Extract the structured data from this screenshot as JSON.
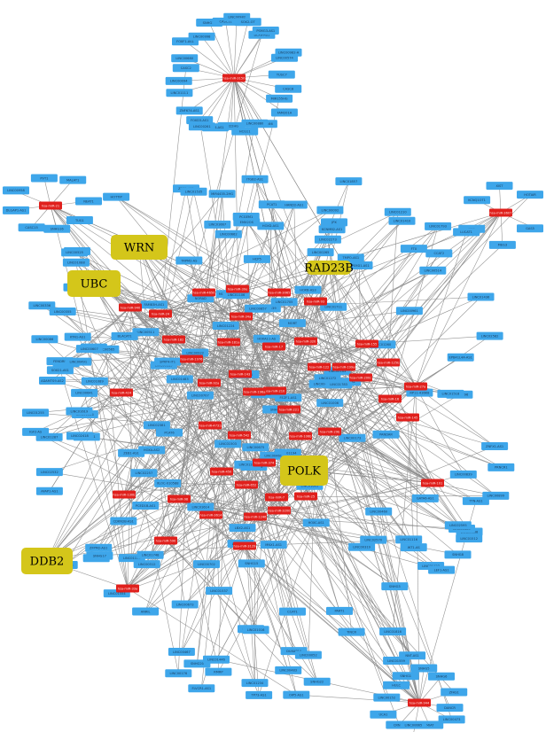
{
  "colors": {
    "lncrna": "#3ea6ea",
    "mirna": "#e0201c",
    "gene": "#d4c61a",
    "edge": "#8a8a8a"
  },
  "genes": [
    {
      "id": "WRN",
      "label": "WRN"
    },
    {
      "id": "UBC",
      "label": "UBC"
    },
    {
      "id": "RAD23B",
      "label": "RAD23B"
    },
    {
      "id": "POLK",
      "label": "POLK"
    },
    {
      "id": "DDB2",
      "label": "DDB2"
    }
  ],
  "mirnas": [
    {
      "id": "m1",
      "label": "hsa-miR-3150"
    },
    {
      "id": "m2",
      "label": "hsa-miR-21"
    },
    {
      "id": "m3",
      "label": "hsa-miR-3607"
    },
    {
      "id": "m4",
      "label": "hsa-miR-4650"
    },
    {
      "id": "m5",
      "label": "hsa-miR-30e"
    },
    {
      "id": "m6",
      "label": "hsa-miR-3065"
    },
    {
      "id": "m7",
      "label": "hsa-miR-93"
    },
    {
      "id": "m8",
      "label": "hsa-miR-940"
    },
    {
      "id": "m9",
      "label": "hsa-miR-24"
    },
    {
      "id": "m10",
      "label": "hsa-miR-34a"
    },
    {
      "id": "m11",
      "label": "hsa-miR-182"
    },
    {
      "id": "m12",
      "label": "hsa-miR-1976"
    },
    {
      "id": "m13",
      "label": "hsa-miR-17"
    },
    {
      "id": "m14",
      "label": "hsa-miR-181a"
    },
    {
      "id": "m15",
      "label": "hsa-miR-320"
    },
    {
      "id": "m16",
      "label": "hsa-miR-92a"
    },
    {
      "id": "m17",
      "label": "hsa-miR-143"
    },
    {
      "id": "m18",
      "label": "hsa-miR-210"
    },
    {
      "id": "m19",
      "label": "hsa-miR-122"
    },
    {
      "id": "m20",
      "label": "hsa-miR-199a"
    },
    {
      "id": "m21",
      "label": "hsa-miR-155"
    },
    {
      "id": "m22",
      "label": "hsa-miR-200c"
    },
    {
      "id": "m23",
      "label": "hsa-miR-125b"
    },
    {
      "id": "m24",
      "label": "hsa-miR-16"
    },
    {
      "id": "m25",
      "label": "hsa-miR-27a"
    },
    {
      "id": "m26",
      "label": "hsa-miR-145"
    },
    {
      "id": "m27",
      "label": "hsa-miR-221"
    },
    {
      "id": "m28",
      "label": "hsa-miR-29b"
    },
    {
      "id": "m29",
      "label": "hsa-miR-106b"
    },
    {
      "id": "m30",
      "label": "hsa-miR-196a"
    },
    {
      "id": "m31",
      "label": "hsa-miR-4731"
    },
    {
      "id": "m32",
      "label": "hsa-miR-542"
    },
    {
      "id": "m33",
      "label": "hsa-miR-374"
    },
    {
      "id": "m34",
      "label": "hsa-miR-450"
    },
    {
      "id": "m35",
      "label": "hsa-miR-652"
    },
    {
      "id": "m36",
      "label": "hsa-miR-7"
    },
    {
      "id": "m37",
      "label": "hsa-miR-25"
    },
    {
      "id": "m38",
      "label": "hsa-miR-1246"
    },
    {
      "id": "m39",
      "label": "hsa-miR-3200"
    },
    {
      "id": "m40",
      "label": "hsa-miR-3614"
    },
    {
      "id": "m41",
      "label": "hsa-miR-98"
    },
    {
      "id": "m42",
      "label": "hsa-miR-424"
    },
    {
      "id": "m43",
      "label": "hsa-miR-130b"
    },
    {
      "id": "m44",
      "label": "hsa-miR-590"
    },
    {
      "id": "m45",
      "label": "hsa-miR-33a"
    },
    {
      "id": "m46",
      "label": "hsa-miR-3129"
    },
    {
      "id": "m47",
      "label": "hsa-miR-944"
    },
    {
      "id": "m48",
      "label": "hsa-miR-101"
    }
  ],
  "lncrnas": [
    "LINC00094",
    "CASC2",
    "LINC00680",
    "FOXF1-AS1",
    "LINC00998",
    "SNHG14",
    "CASC11",
    "LINC00982",
    "SOX2-OT",
    "DLX6-AS1",
    "PSMG3-AS1",
    "LINC00982-A",
    "LINC00574",
    "TUSC7",
    "CASC8",
    "MIR155HG",
    "FAM201A",
    "LINC00466",
    "LINC00880",
    "HCG11",
    "MIR22HG",
    "TTC28-AS1",
    "LINC00261",
    "FOXD3-AS1",
    "ZNF674-AS1",
    "LINC01111",
    "SNHG16",
    "CASC15",
    "DLGAP1-AS1",
    "LINC00958",
    "PVT1",
    "MALAT1",
    "NEAT1",
    "TUG1",
    "XIST",
    "HOTAIR",
    "GAS5",
    "MEG3",
    "H19",
    "KCNQ1OT1",
    "CRNDE",
    "UCA1",
    "LINC00152",
    "HULC",
    "SNHG1",
    "SNHG5",
    "SNHG6",
    "ZFAS1",
    "DANCR",
    "LINC00473",
    "MIAT",
    "LINC00665",
    "TINCR",
    "ANRIL",
    "HOTTIP",
    "CCAT1",
    "CCAT2",
    "PCAT1",
    "PCAT6",
    "LINC01133",
    "LINC00511",
    "FTX",
    "JPX",
    "LINC00662",
    "SNHG12",
    "SNHG15",
    "SNHG20",
    "LINC00460",
    "LINC00339",
    "BLACAT1",
    "AFAP1-AS1",
    "DUXAP8",
    "DUXAP10",
    "FEZF1-AS1",
    "LINC00173",
    "LINC00668",
    "LINC01234",
    "LINC01296",
    "MNX1-AS1",
    "NNT-AS1",
    "OIP5-AS1",
    "PART1",
    "PCGEM1",
    "PRNCR1",
    "SBF2-AS1",
    "SNHG3",
    "SNHG7",
    "SNHG8",
    "SOX21-AS1",
    "TP73-AS1",
    "TMPO-AS1",
    "VPS9D1-AS1",
    "ZEB1-AS1",
    "ZEB2-AS1",
    "ZNFX1-AS1",
    "ADAMTS9-AS2",
    "CDKN2B-AS1",
    "LINC00312",
    "LINC00467",
    "LINC00472",
    "LINC00514",
    "LINC00707",
    "LINC00839",
    "LINC01088",
    "LINC01139",
    "LINC01503",
    "LINC01535",
    "LINC01638",
    "LINC02163",
    "LUCAT1",
    "MCM3AP-AS1",
    "MIR4435-2HG",
    "MIR503HG",
    "MORT",
    "NORAD",
    "PANDAR",
    "PCED1B-AS1",
    "RMRP",
    "RP11-436K8",
    "SNHG11",
    "SNHG17",
    "SNHG22",
    "SPRY4-IT1",
    "TRPM2-AS",
    "TTN-AS1",
    "WT1-AS",
    "XLOC-010588",
    "ZFPM2-AS1",
    "LINC00899",
    "LINC00922",
    "LINC01004",
    "LINC01089",
    "LINC01123",
    "LINC01194",
    "LINC01272",
    "LINC01420",
    "LINC01446",
    "LINC01559",
    "ELFN1-AS1",
    "EMX2OS",
    "EPB41L4A-AS1",
    "FAM83H-AS1",
    "FENDRR",
    "FLVCR1-AS1",
    "GATA6-AS1",
    "HAND2-AS1",
    "HCP5",
    "HOXA11-AS",
    "HOXA-AS2",
    "HOXB-AS3",
    "HOXC-AS1",
    "HOXD-AS1",
    "IGF2-AS",
    "ITGB2-AS1",
    "KCNMB2-AS1",
    "KTN1-AS1",
    "LBX2-AS1",
    "LEF1-AS1",
    "LINC00052",
    "LINC00086",
    "LINC00092",
    "LINC00163",
    "LINC00176",
    "LINC00265",
    "LINC00319",
    "LINC00336",
    "LINC00346",
    "LINC00355",
    "LINC00461",
    "LINC00483",
    "LINC00491",
    "LINC00525",
    "LINC00565",
    "LINC00607",
    "LINC00641",
    "LINC00673",
    "LINC00675",
    "LINC00689",
    "LINC00702",
    "LINC00857",
    "LINC00961",
    "LINC01006",
    "LINC01016",
    "LINC01061",
    "LINC01106",
    "LINC01116",
    "LINC01152",
    "LINC01186",
    "LINC01210",
    "LINC01224",
    "LINC01255",
    "LINC01260",
    "LINC01287",
    "LINC01315",
    "LINC01347",
    "LINC01410",
    "LINC01436",
    "LINC01483",
    "LINC01512",
    "LINC01518",
    "LINC01537",
    "LINC01554",
    "LINC01605",
    "LINC01614",
    "LINC01619",
    "LINC01667",
    "LINC01705",
    "LINC01711",
    "LINC01748",
    "LINC01783",
    "LINC01793",
    "LINC01816",
    "LINC01857",
    "LINC02257",
    "LINC02273",
    "LINC02381",
    "LINC02418",
    "LINC02532",
    "LINC02570",
    "LINC02582",
    "LINC02595"
  ]
}
